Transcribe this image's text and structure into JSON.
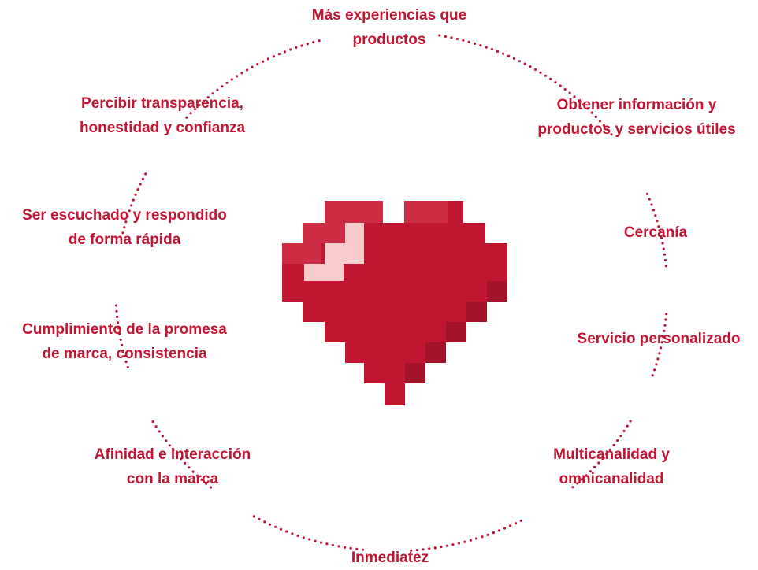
{
  "colors": {
    "accent": "#c01632",
    "heart_main": "#c01632",
    "heart_shadow": "#a3142b",
    "heart_mid": "#cc2d45",
    "heart_highlight": "#f8cccc"
  },
  "items": [
    {
      "id": "mas-experiencias",
      "lines": [
        "Más experiencias que",
        "productos"
      ]
    },
    {
      "id": "obtener-informacion",
      "lines": [
        "Obtener información y",
        "productos y servicios útiles"
      ]
    },
    {
      "id": "cercania",
      "lines": [
        "Cercanía"
      ]
    },
    {
      "id": "servicio-personalizado",
      "lines": [
        "Servicio personalizado"
      ]
    },
    {
      "id": "multicanalidad",
      "lines": [
        "Multicanalidad y",
        "omnicanalidad"
      ]
    },
    {
      "id": "inmediatez",
      "lines": [
        "Inmediatez"
      ]
    },
    {
      "id": "afinidad",
      "lines": [
        "Afinidad e interacción",
        "con la marca"
      ]
    },
    {
      "id": "cumplimiento",
      "lines": [
        "Cumplimiento de  la promesa",
        "de marca, consistencia"
      ]
    },
    {
      "id": "ser-escuchado",
      "lines": [
        "Ser escuchado y respondido",
        "de forma rápida"
      ]
    },
    {
      "id": "percibir-transparencia",
      "lines": [
        "Percibir transparencia,",
        "honestidad y confianza"
      ]
    }
  ],
  "center_icon": "pixel-heart-icon"
}
